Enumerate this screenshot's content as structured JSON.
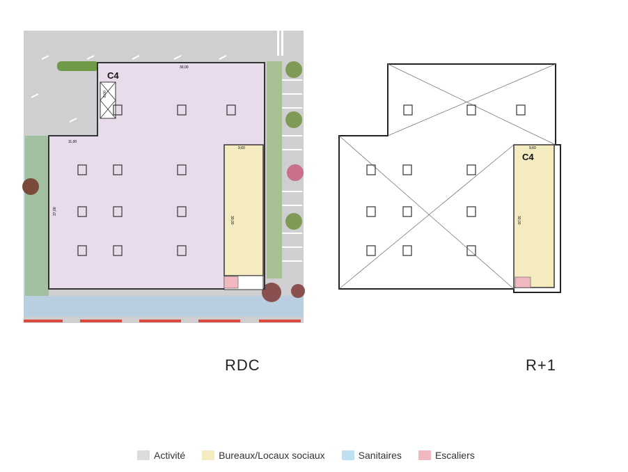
{
  "plans": {
    "rdc": {
      "title": "RDC",
      "cell_label": "C4",
      "dimensions": [
        "30,00",
        "11,00",
        "9,60",
        "37,00",
        "30,00",
        "8,00"
      ]
    },
    "r1": {
      "title": "R+1",
      "cell_label": "C4",
      "dimensions": [
        "9,60",
        "30,00"
      ]
    }
  },
  "legend": [
    {
      "label": "Activité",
      "color": "#dcdcdc"
    },
    {
      "label": "Bureaux/Locaux sociaux",
      "color": "#f4ebc0"
    },
    {
      "label": "Sanitaires",
      "color": "#bfe0f0"
    },
    {
      "label": "Escaliers",
      "color": "#f0b8c0"
    }
  ],
  "colors": {
    "activity": "#e8dcec",
    "offices": "#f4ebc0",
    "road": "#cfcfd2",
    "grass": "#8fb46a",
    "water": "#b9cfe0",
    "curb": "#d84a3c"
  }
}
